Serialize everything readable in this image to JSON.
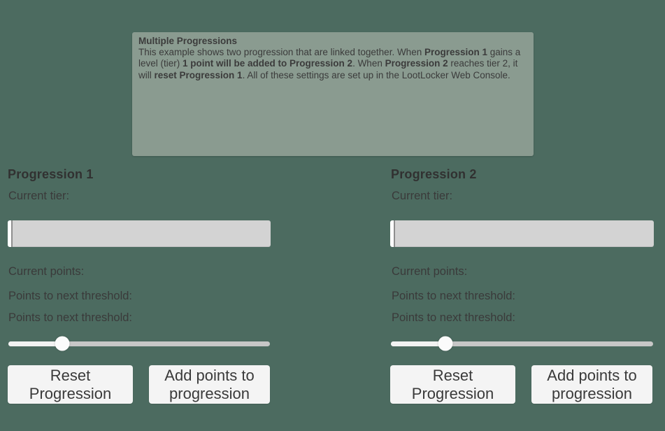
{
  "colors": {
    "background": "#4C6B60",
    "infobox_bg": "#8A9B90",
    "bar_bg": "#D3D3D3",
    "button_bg": "#F4F4F4",
    "text_dark": "#3A3A3A"
  },
  "infobox": {
    "title": "Multiple Progressions",
    "desc": {
      "s1": "This example shows two  progression that are linked together. When ",
      "s2": "Progression 1",
      "s3": " gains a level (tier) ",
      "s4": "1 point will be added to Progression 2",
      "s5": ". When ",
      "s6": "Progression 2",
      "s7": " reaches tier 2, it will ",
      "s8": "reset Progression 1",
      "s9": ". All of these settings are set up in the LootLocker Web Console."
    }
  },
  "progressions": [
    {
      "heading": "Progression 1",
      "current_tier_label": "Current tier:",
      "tier_bar_fill_percent": 1.2,
      "current_points_label": "Current points:",
      "points_threshold_label_1": "Points to next threshold:",
      "points_threshold_label_2": "Points to next threshold:",
      "slider_percent": 20.7,
      "reset_button_label": "Reset Progression",
      "add_button_label": "Add points to progression"
    },
    {
      "heading": "Progression 2",
      "current_tier_label": "Current tier:",
      "tier_bar_fill_percent": 1.2,
      "current_points_label": "Current points:",
      "points_threshold_label_1": "Points to next threshold:",
      "points_threshold_label_2": "Points to next threshold:",
      "slider_percent": 20.8,
      "reset_button_label": "Reset Progression",
      "add_button_label": "Add points to progression"
    }
  ]
}
